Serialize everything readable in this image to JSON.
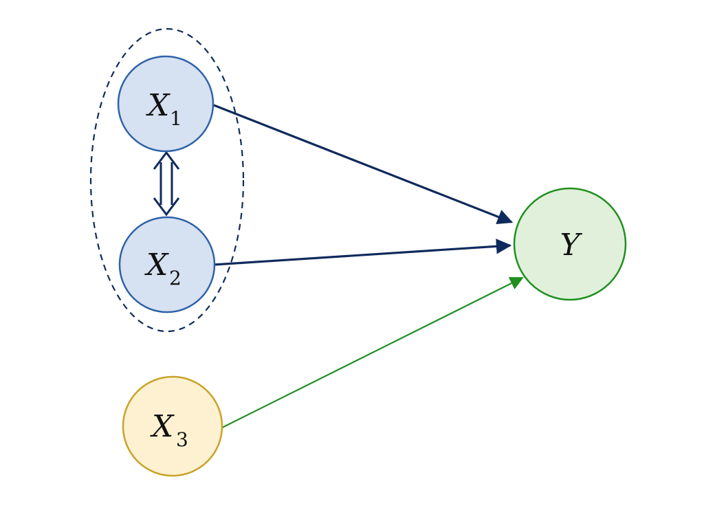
{
  "nodes": {
    "x1": {
      "label": "X",
      "subscript": "1"
    },
    "x2": {
      "label": "X",
      "subscript": "2"
    },
    "x3": {
      "label": "X",
      "subscript": "3"
    },
    "y": {
      "label": "Y"
    }
  },
  "colors": {
    "blue_fill": "#d6e1f1",
    "blue_stroke": "#2e62a8",
    "navy_edge": "#0f2a5c",
    "yellow_fill": "#fdf1d1",
    "yellow_stroke": "#c9a227",
    "green_fill": "#e0f0da",
    "green_stroke": "#1f8f1f"
  }
}
